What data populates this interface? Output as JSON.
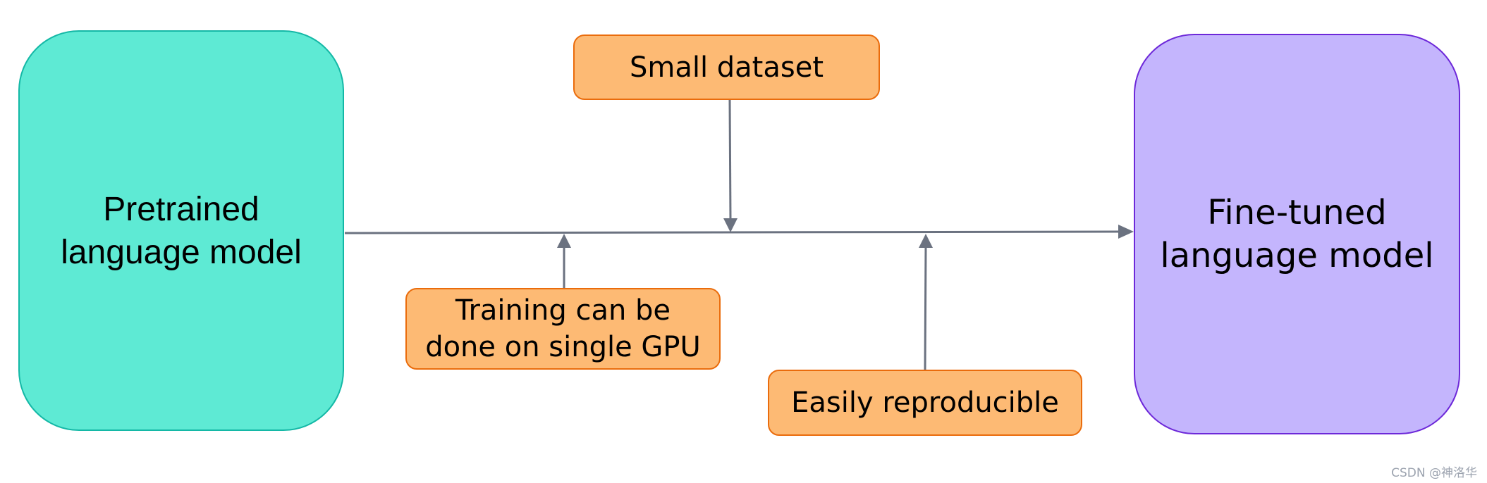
{
  "diagram": {
    "source_model": {
      "label": "Pretrained\nlanguage model"
    },
    "target_model": {
      "label": "Fine-tuned\nlanguage model"
    },
    "features": [
      {
        "label": "Small dataset"
      },
      {
        "label": "Training can be\ndone on single GPU"
      },
      {
        "label": "Easily reproducible"
      }
    ],
    "colors": {
      "source_fill": "#5eead4",
      "target_fill": "#c4b5fd",
      "feature_fill": "#fdba74",
      "connector": "#6b7280"
    }
  },
  "watermark": "CSDN @神洛华"
}
